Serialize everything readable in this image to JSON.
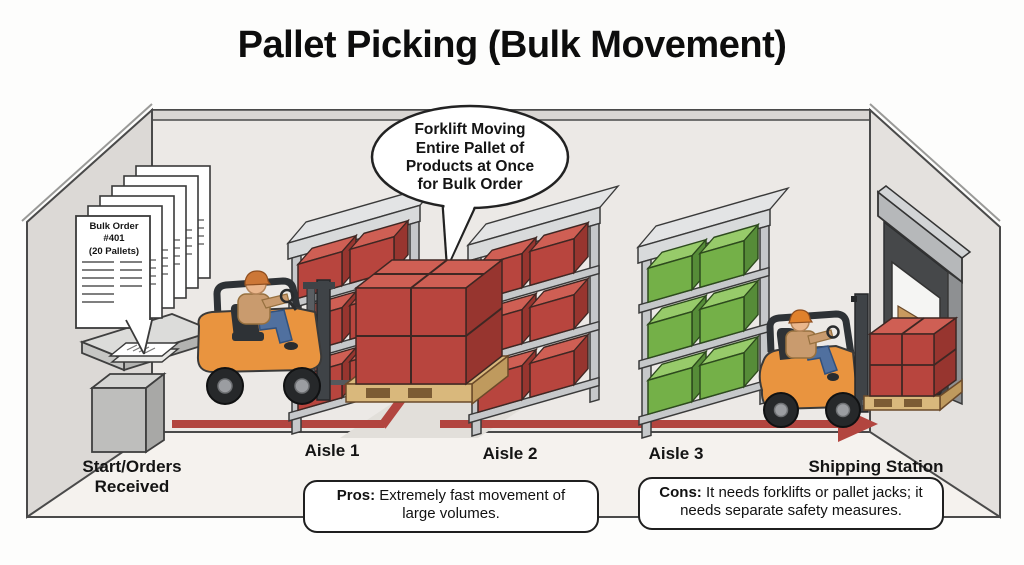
{
  "title": "Pallet Picking (Bulk Movement)",
  "speech_bubble": {
    "text": "Forklift Moving\nEntire Pallet of\nProducts at Once\nfor Bulk Order"
  },
  "order_note": {
    "text": "Bulk Order #401\n(20 Pallets)"
  },
  "labels": {
    "start": "Start/Orders\nReceived",
    "aisle_1": "Aisle 1",
    "aisle_2": "Aisle 2",
    "aisle_3": "Aisle 3",
    "shipping": "Shipping Station"
  },
  "pros": {
    "label": "Pros:",
    "text": " Extremely fast movement of\nlarge volumes."
  },
  "cons": {
    "label": "Cons:",
    "text": " It needs forklifts or pallet jacks; it\nneeds separate safety measures."
  },
  "colors": {
    "arrow": "#b2453f",
    "box_red": "#b8453e",
    "box_green": "#74b048",
    "forklift_orange": "#e9943f"
  }
}
